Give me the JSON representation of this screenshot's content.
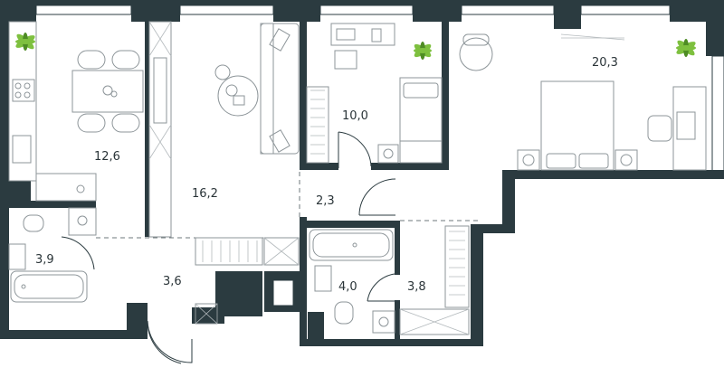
{
  "plan": {
    "rooms": [
      {
        "id": "kitchen",
        "area": "12,6"
      },
      {
        "id": "living",
        "area": "16,2"
      },
      {
        "id": "bedroom-small",
        "area": "10,0"
      },
      {
        "id": "bedroom-master",
        "area": "20,3"
      },
      {
        "id": "corridor",
        "area": "2,3"
      },
      {
        "id": "bathroom-left",
        "area": "3,9"
      },
      {
        "id": "hall",
        "area": "3,6"
      },
      {
        "id": "bathroom-right",
        "area": "4,0"
      },
      {
        "id": "wardrobe",
        "area": "3,8"
      }
    ],
    "colors": {
      "wall": "#2b3b40",
      "furniture_line": "#8d9599",
      "plant": "#7ec03f",
      "background": "#ffffff"
    }
  }
}
